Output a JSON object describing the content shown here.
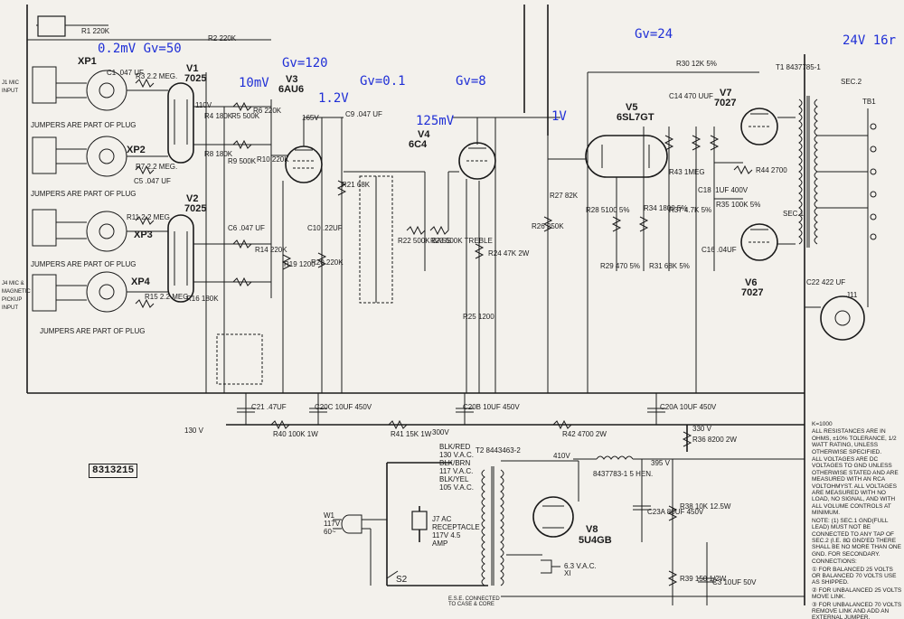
{
  "annotations": {
    "mic_level": "0.2mV Gv=50",
    "v3_out": "10mV",
    "v3_gain": "Gv=120",
    "tone_in": "1.2V",
    "tone_gain": "Gv=0.1",
    "v4_gain": "Gv=8",
    "v4_in": "125mV",
    "v5_in": "1V",
    "v5_gain": "Gv=24",
    "output": "24V 16r"
  },
  "tubes": [
    {
      "ref": "V1",
      "type": "7025"
    },
    {
      "ref": "V2",
      "type": "7025"
    },
    {
      "ref": "V3",
      "type": "6AU6"
    },
    {
      "ref": "V4",
      "type": "6C4"
    },
    {
      "ref": "V5",
      "type": "6SL7GT"
    },
    {
      "ref": "V6",
      "type": "7027"
    },
    {
      "ref": "V7",
      "type": "7027"
    },
    {
      "ref": "V8",
      "type": "5U4GB"
    }
  ],
  "inputs": {
    "xp1": "XP1",
    "xp2": "XP2",
    "xp3": "XP3",
    "xp4": "XP4",
    "jumpers": "JUMPERS ARE PART OF PLUG",
    "j1": "J1 MIC INPUT",
    "j4": "J4 MIC & MAGNETIC PICKUP INPUT"
  },
  "components": {
    "r1": "R1 220K",
    "r2": "R2 220K",
    "c1": "C1 .047 UF",
    "r3": "R3 2.2 MEG.",
    "r4": "R4 180K",
    "r5": "R5 500K",
    "r6": "R6 220K",
    "r7": "R7 2.2 MEG.",
    "r8": "R8 180K",
    "r9": "R9 500K",
    "r10": "R10 220K",
    "c5": "C5 .047 UF",
    "r11": "R11 2.2 MEG.",
    "c6": "C6 .047 UF",
    "r14": "R14 220K",
    "r15": "R15 2.2 MEG.",
    "r16": "R16 180K",
    "r19": "R19 1200",
    "r20": "R20 220K",
    "r21": "R21 68K",
    "c10": "C10 .22UF",
    "c9": "C9 .047 UF",
    "r23": "R23 500K TREBLE",
    "r22": "R22 500K BASS",
    "r24": "R24 47K 2W",
    "r25": "R25 1200",
    "r26": "R26 250K",
    "r27": "R27 82K",
    "r28": "R28 5100 5%",
    "r29": "R29 470 5%",
    "r31": "R31 68K 5%",
    "r34": "R34 1800 5%",
    "r37": "R37 4.7K 5%",
    "r43": "R43 1MEG",
    "r30": "R30 12K 5%",
    "c14": "C14 470 UUF",
    "c18": "C18 .1UF 400V",
    "r35": "R35 100K 5%",
    "c16": "C16 .04UF",
    "r44": "R44 2700",
    "c22": "C22 422 UF",
    "c21": "C21 .47UF",
    "c20c": "C20C 10UF 450V",
    "c20b": "C20B 10UF 450V",
    "c20a": "C20A 10UF 450V",
    "r40": "R40 100K 1W",
    "r41": "R41 15K 1W",
    "r42": "R42 4700 2W",
    "r36": "R36 8200 2W",
    "r38": "R38 10K 12.5W",
    "r39": "R39 150 1/2W",
    "c3": "C3 10UF 50V",
    "c23a": "C23A 80UF 450V",
    "t2": "T2 8443463-2",
    "l1": "8437783-1 5 HEN.",
    "t1": "T1 8437785-1",
    "j11": "J11",
    "tb1": "TB1",
    "sec1": "SEC.1",
    "sec2": "SEC.2"
  },
  "voltages": {
    "v130": "130 V",
    "v300": "300V",
    "v410": "410V",
    "v395": "395 V",
    "v330": "330 V",
    "v165": "165V",
    "v110": "110V"
  },
  "power": {
    "plug": "W1 117V 60~",
    "receptacle": "J7 AC RECEPTACLE 117V 4.5 AMP",
    "switch": "S2",
    "ac_blk": "BLK/RED 130 V.A.C.",
    "ac_brn": "BLK/BRN 117 V.A.C.",
    "ac_yel": "BLK/YEL 105 V.A.C.",
    "heater": "6.3 V.A.C.",
    "lamp": "XI",
    "note_ground": "E.S.E. CONNECTED TO CASE & CORE"
  },
  "drawing_number": "8313215",
  "notes": [
    "K=1000",
    "ALL RESISTANCES ARE IN OHMS, ±10% TOLERANCE, 1/2 WATT RATING, UNLESS OTHERWISE SPECIFIED.",
    "ALL VOLTAGES ARE DC VOLTAGES TO GND UNLESS OTHERWISE STATED AND ARE MEASURED WITH AN RCA VOLTOHMYST. ALL VOLTAGES ARE MEASURED WITH NO LOAD, NO SIGNAL, AND WITH ALL VOLUME CONTROLS AT MINIMUM.",
    "NOTE: (1) SEC.1 GND(FULL LEAD) MUST NOT BE CONNECTED TO ANY TAP OF SEC.2 (I.E. 8Ω GND'ED THERE SHALL BE NO MORE THAN ONE GND. FOR SECONDARY.",
    "CONNECTIONS:",
    "① FOR BALANCED 25 VOLTS OR BALANCED 70 VOLTS USE AS SHIPPED.",
    "② FOR UNBALANCED 25 VOLTS MOVE LINK.",
    "③ FOR UNBALANCED 70 VOLTS REMOVE LINK AND ADD AN EXTERNAL JUMPER."
  ]
}
